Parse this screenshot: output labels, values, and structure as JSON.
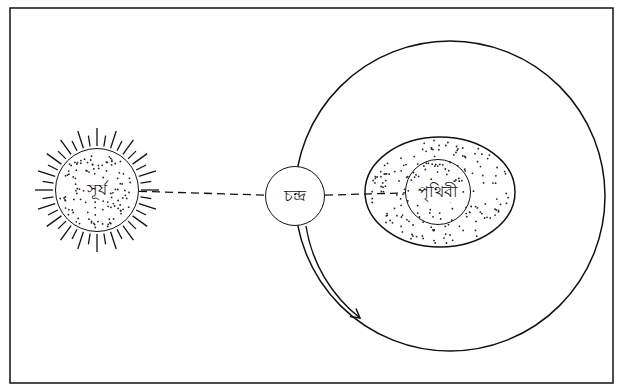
{
  "diagram": {
    "nodes": [
      {
        "text": [
          "সূর্য"
        ]
      },
      {
        "text": [
          "চন্দ্র"
        ]
      },
      {
        "text": [
          "পৃথিবী"
        ]
      }
    ],
    "edges": [
      {
        "from": 0,
        "to": 1,
        "arrow": "none"
      },
      {
        "from": 1,
        "to": 2,
        "arrow": "none"
      }
    ]
  }
}
